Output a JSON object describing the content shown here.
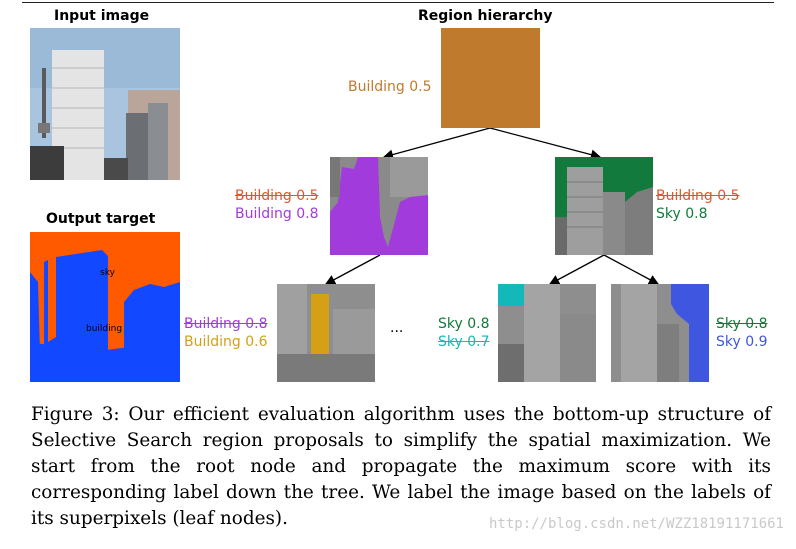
{
  "panels": {
    "input_title": "Input image",
    "output_title": "Output target",
    "hierarchy_title": "Region hierarchy",
    "output_labels": {
      "sky": "sky",
      "building": "building"
    }
  },
  "colors": {
    "root": "#c07a2e",
    "purple": "#a23bdc",
    "green": "#127a3c",
    "yellow": "#d5a015",
    "cyan": "#14b8b8",
    "blue": "#3f56e0",
    "out_sky": "#ff5a00",
    "out_building": "#1248ff"
  },
  "nodes": {
    "root": {
      "line1": "Building 0.5"
    },
    "mid_left": {
      "line1": "Building 0.5",
      "line2": "Building 0.8"
    },
    "mid_right": {
      "line1": "Building 0.5",
      "line2": "Sky 0.8"
    },
    "leaf1": {
      "line1": "Building 0.8",
      "line2": "Building 0.6"
    },
    "leaf2": {
      "line1": "Sky 0.8",
      "line2": "Sky 0.7"
    },
    "leaf3": {
      "line1": "Sky 0.8",
      "line2": "Sky 0.9"
    },
    "ellipsis": "..."
  },
  "caption": "Figure 3:   Our efficient evaluation algorithm uses the bottom-up structure of Selective Search region proposals to simplify the spatial maximization. We start from the root node and propagate the maximum score with its corresponding label down the tree. We label the image based on the labels of its superpixels (leaf nodes).",
  "watermark": "http://blog.csdn.net/WZZ18191171661"
}
